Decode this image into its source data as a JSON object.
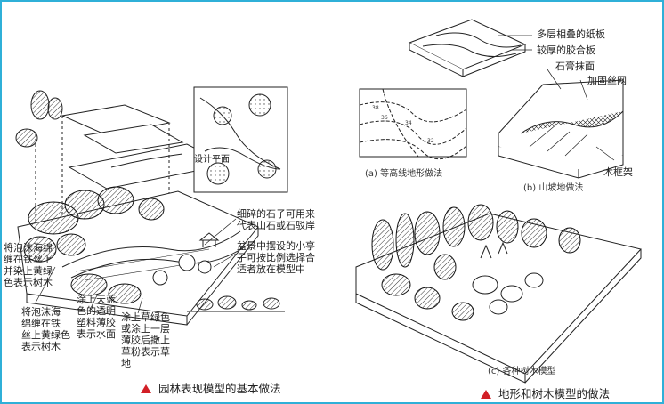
{
  "left_figure": {
    "inset_label": "设计平面",
    "annotations": {
      "foam_left": "将泡沫海绵\n缠在铁丝上\n并染上黄绿\n色表示树木",
      "foam_bottom": "将泡沫海\n绵缠在铁\n丝上黄绿色\n表示树木",
      "water": "涂上天蓝\n色的透明\n塑料薄胶\n表示水面",
      "grass": "涂上草绿色\n或涂上一层\n薄胶后撒上\n草粉表示草\n地",
      "stones": "细碎的石子可用来\n代表山石或石驳岸",
      "pavilion": "盆景中摆设的小亭\n子可按比例选择合\n适者放在模型中"
    },
    "title": "园林表现模型的基本做法"
  },
  "right_figure": {
    "labels": {
      "layered_cardboard": "多层相叠的纸板",
      "thick_plywood": "较厚的胶合板",
      "plaster": "石膏抹面",
      "wire_mesh": "加固丝网",
      "wood_frame": "木框架"
    },
    "contour_numbers": [
      "38",
      "36",
      "34",
      "32"
    ],
    "captions": {
      "a": "(a) 等高线地形做法",
      "b": "(b) 山坡地做法",
      "c": "(c) 各种树木模型"
    },
    "title": "地形和树木模型的做法"
  },
  "colors": {
    "border": "#2fb0d8",
    "title_marker": "#d21f26"
  },
  "icons": {
    "title_marker": "red-triangle-icon"
  }
}
